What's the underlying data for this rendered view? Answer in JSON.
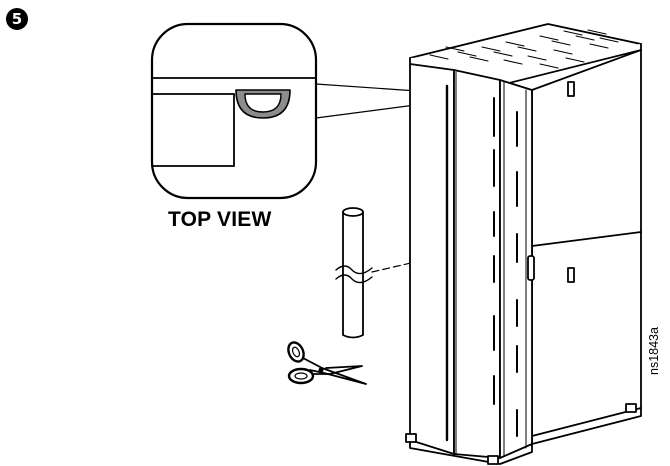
{
  "step": {
    "number": "5"
  },
  "top_view": {
    "label": "TOP VIEW"
  },
  "figure": {
    "id": "ns1843a"
  },
  "colors": {
    "line": "#000000",
    "background": "#ffffff",
    "seal_tab": "#8c8c8c"
  }
}
